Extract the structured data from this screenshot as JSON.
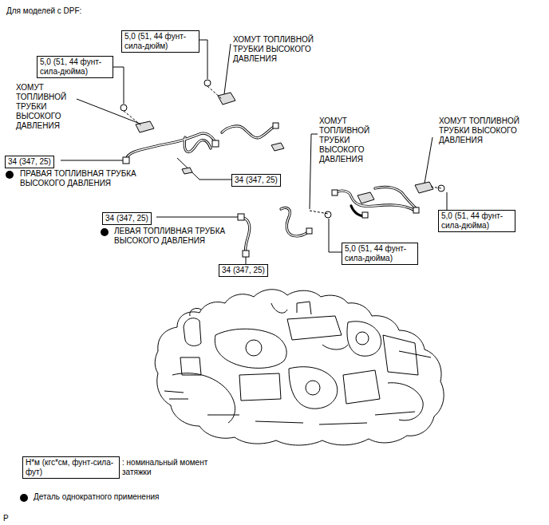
{
  "diagram": {
    "nodes": [
      {
        "text": [
          "5,0 (51, 44 фунт-сила-дюйм)"
        ]
      },
      {
        "text": [
          "5,0 (51, 44 фунт-сила-дюйма)"
        ]
      },
      {
        "text": [
          "34 (347, 25)"
        ]
      },
      {
        "text": [
          "34 (347, 25)"
        ]
      },
      {
        "text": [
          "5,0 (51, 44 фунт-сила-дюйма)"
        ]
      },
      {
        "text": [
          "34 (347, 25)"
        ]
      },
      {
        "text": [
          "5,0 (51, 44 фунт-сила-дюйма)"
        ]
      },
      {
        "text": [
          "34 (347, 25)"
        ]
      },
      {
        "text": [
          "Н*м (кгс*см, фунт-сила-фут)"
        ]
      }
    ],
    "labels": [
      "Для моделей с DPF:",
      "ХОМУТ ТОПЛИВНОЙ ТРУБКИ ВЫСОКОГО ДАВЛЕНИЯ",
      "ХОМУТ ТОПЛИВНОЙ ТРУБКИ ВЫСОКОГО ДАВЛЕНИЯ",
      "ПРАВАЯ ТОПЛИВНАЯ ТРУБКА ВЫСОКОГО ДАВЛЕНИЯ",
      "ХОМУТ ТОПЛИВНОЙ ТРУБКИ ВЫСОКОГО ДАВЛЕНИЯ",
      "ХОМУТ ТОПЛИВНОЙ ТРУБКИ ВЫСОКОГО ДАВЛЕНИЯ",
      "ЛЕВАЯ ТОПЛИВНАЯ ТРУБКА ВЫСОКОГО ДАВЛЕНИЯ",
      "P"
    ],
    "legend": [
      {
        "text": ": номинальный момент затяжки"
      },
      {
        "text": "Деталь однократного применения",
        "color": "#000000"
      }
    ]
  }
}
